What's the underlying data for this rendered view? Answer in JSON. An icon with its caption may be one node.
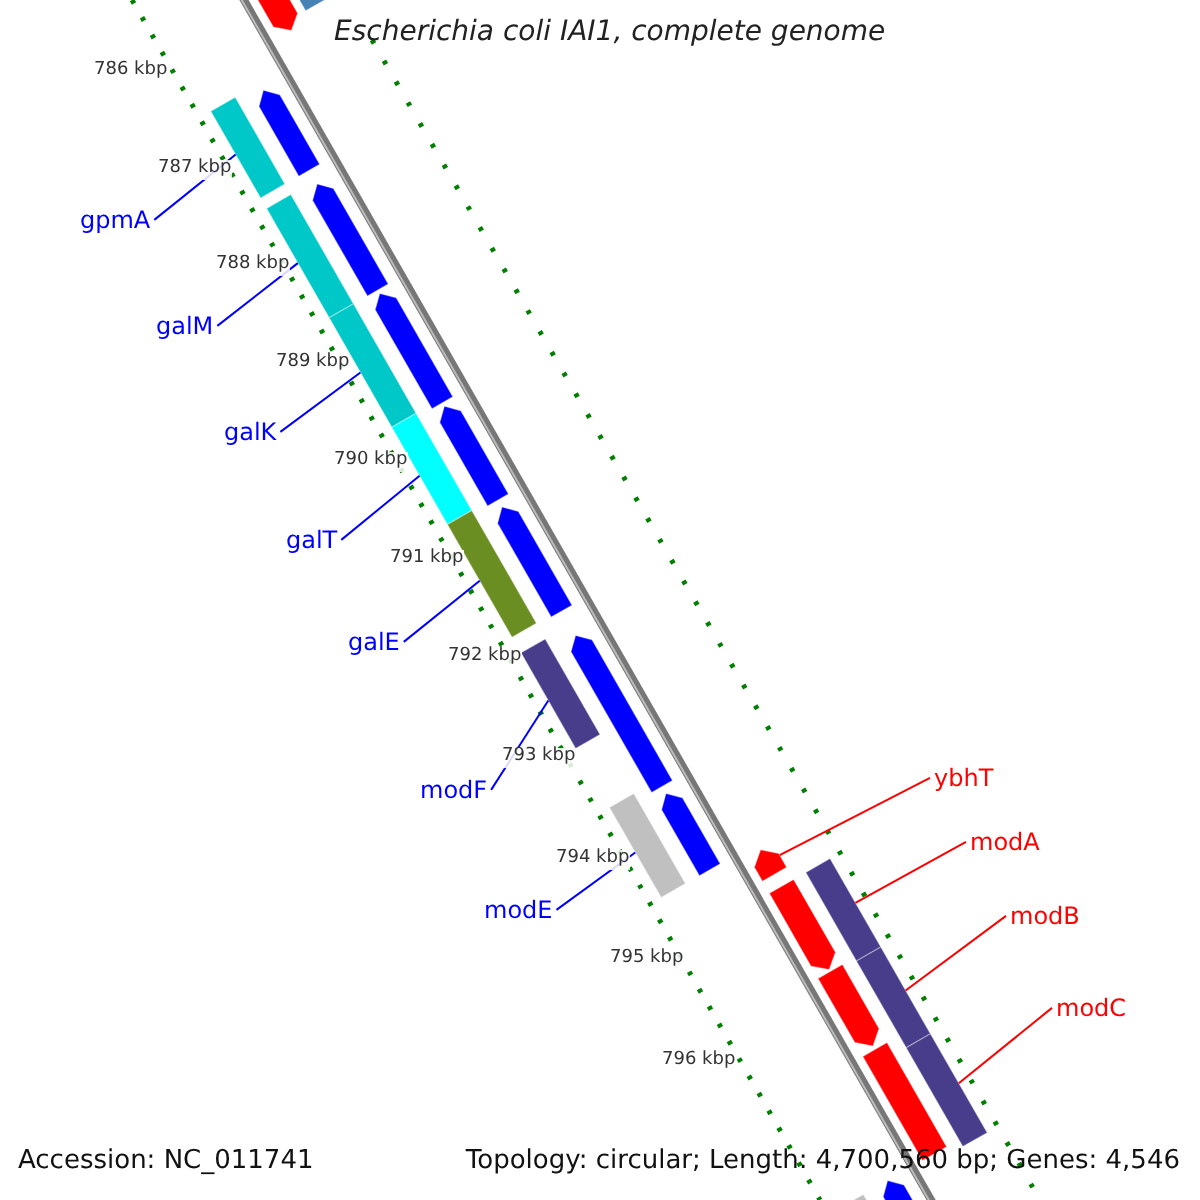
{
  "diagram": {
    "title": "Escherichia coli IAI1, complete genome",
    "nodes": [
      {
        "text": [
          "gpmA"
        ]
      },
      {
        "text": [
          "galM"
        ]
      },
      {
        "text": [
          "galK"
        ]
      },
      {
        "text": [
          "galT"
        ]
      },
      {
        "text": [
          "galE"
        ]
      },
      {
        "text": [
          "modF"
        ]
      },
      {
        "text": [
          "modE"
        ]
      },
      {
        "text": [
          "ybhT"
        ]
      },
      {
        "text": [
          "modA"
        ]
      },
      {
        "text": [
          "modB"
        ]
      },
      {
        "text": [
          "modC"
        ]
      },
      {
        "text": [],
        "shape": "bar"
      },
      {
        "text": [],
        "shape": "bar"
      },
      {
        "text": [],
        "shape": "bar"
      },
      {
        "text": [],
        "shape": "bar"
      },
      {
        "text": [],
        "shape": "bar"
      },
      {
        "text": [],
        "shape": "bar"
      },
      {
        "text": [],
        "shape": "bar"
      },
      {
        "text": [],
        "shape": "bar"
      },
      {
        "text": [],
        "shape": "bar"
      },
      {
        "text": [],
        "shape": "bar"
      },
      {
        "text": [],
        "shape": "bar"
      },
      {
        "text": [],
        "shape": "bar"
      },
      {
        "text": [],
        "shape": "bar"
      },
      {
        "text": [],
        "shape": "bar"
      },
      {
        "text": [],
        "shape": "bar"
      },
      {
        "text": [],
        "shape": "bar"
      },
      {
        "text": [],
        "shape": "bar"
      },
      {
        "text": [],
        "shape": "bar"
      },
      {
        "text": [],
        "shape": "bar"
      },
      {
        "text": [],
        "shape": "bar"
      },
      {
        "text": [],
        "shape": "bar"
      },
      {
        "text": [],
        "shape": "bar"
      },
      {
        "text": [],
        "shape": "bar"
      },
      {
        "text": [],
        "shape": "bar"
      },
      {
        "text": [],
        "shape": "bar"
      }
    ],
    "edges": [
      {
        "from": 0,
        "to": 11,
        "arrow": "none"
      },
      {
        "from": 1,
        "to": 12,
        "arrow": "none"
      },
      {
        "from": 2,
        "to": 13,
        "arrow": "none"
      },
      {
        "from": 3,
        "to": 14,
        "arrow": "none"
      },
      {
        "from": 4,
        "to": 15,
        "arrow": "none"
      },
      {
        "from": 5,
        "to": 16,
        "arrow": "none"
      },
      {
        "from": 6,
        "to": 17,
        "arrow": "none"
      },
      {
        "from": 7,
        "to": 18,
        "arrow": "none",
        "color": "#ff0000"
      },
      {
        "from": 8,
        "to": 19,
        "arrow": "none",
        "color": "#ff0000"
      },
      {
        "from": 9,
        "to": 20,
        "arrow": "none",
        "color": "#ff0000"
      },
      {
        "from": 10,
        "to": 21,
        "arrow": "none",
        "color": "#ff0000"
      }
    ],
    "labels": [
      "786 kbp",
      "787 kbp",
      "788 kbp",
      "789 kbp",
      "790 kbp",
      "791 kbp",
      "792 kbp",
      "793 kbp",
      "794 kbp",
      "795 kbp",
      "796 kbp",
      "Accession: NC_011741",
      "Topology: circular; Length: 4,700,560 bp; Genes: 4,546"
    ]
  }
}
